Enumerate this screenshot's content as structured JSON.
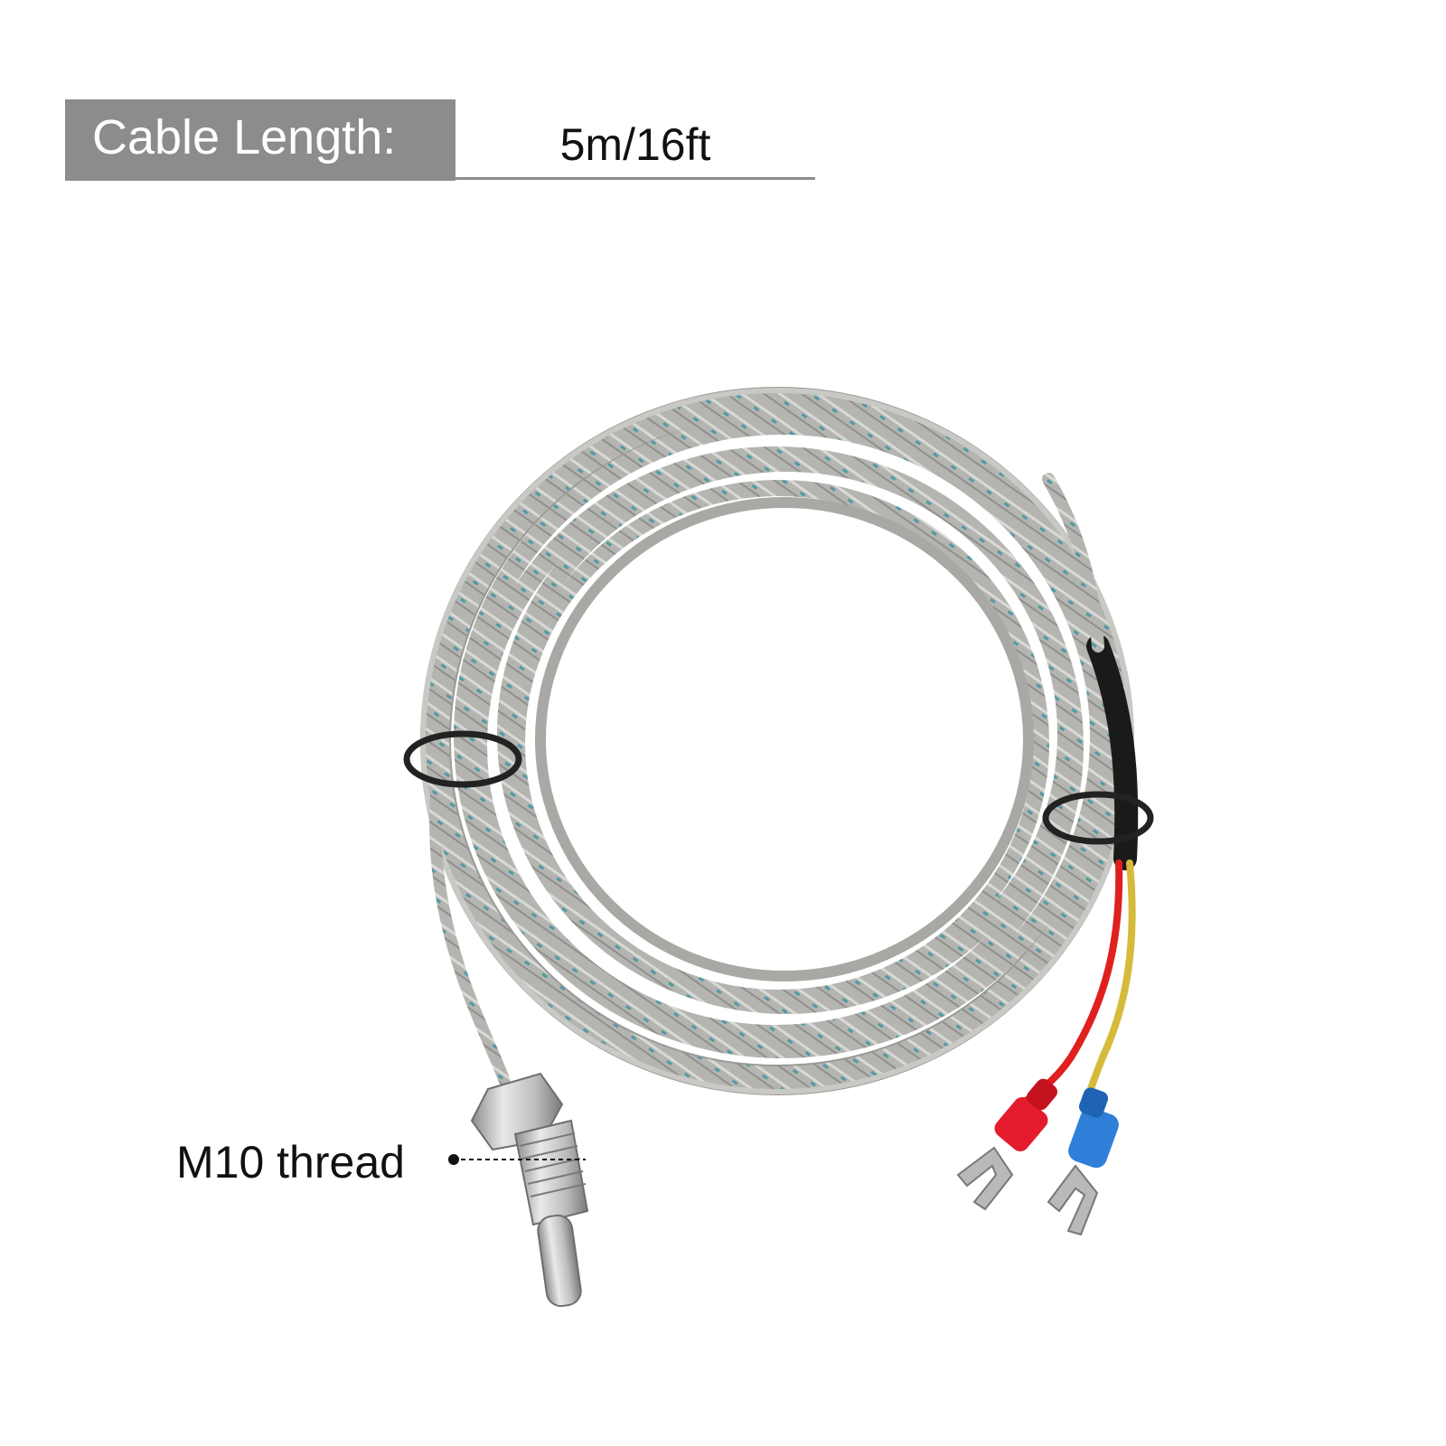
{
  "spec": {
    "label": "Cable Length:",
    "value": "5m/16ft"
  },
  "callout": {
    "text": "M10 thread"
  },
  "colors": {
    "label_bg": "#8c8c8c",
    "cable_braid": "#b4b4b0",
    "cable_fleck": "#4f9aa6",
    "red_wire": "#e01f1f",
    "yellow_wire": "#d6bb3a",
    "red_terminal": "#e41b2c",
    "blue_terminal": "#2f7fd8"
  }
}
